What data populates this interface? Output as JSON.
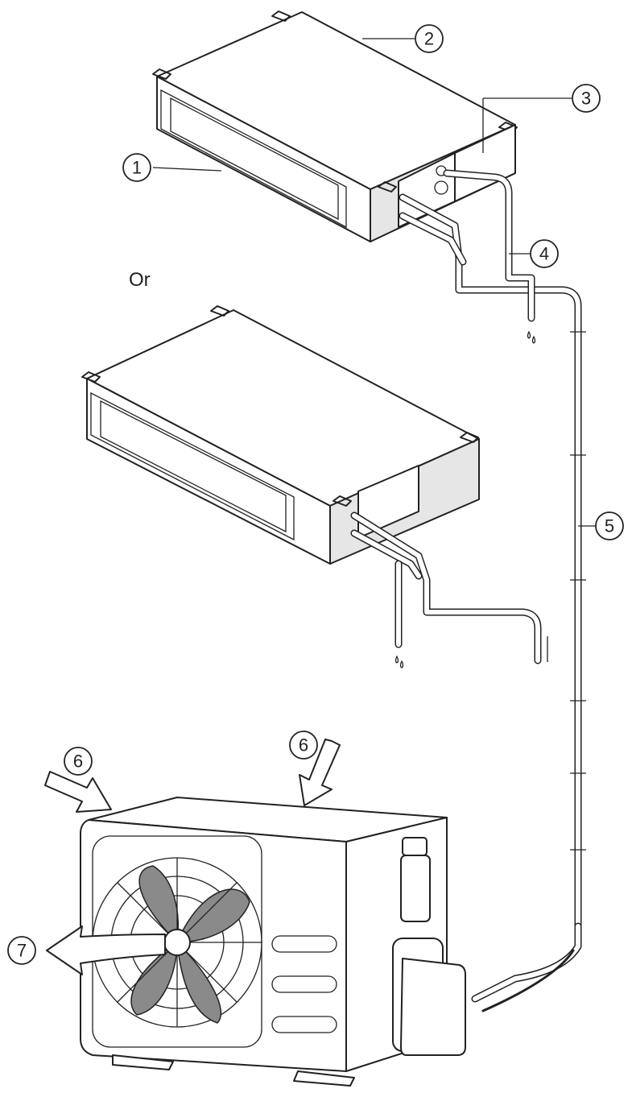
{
  "or_label": "Or",
  "callouts": [
    {
      "id": "1",
      "label": "1"
    },
    {
      "id": "2",
      "label": "2"
    },
    {
      "id": "3",
      "label": "3"
    },
    {
      "id": "4",
      "label": "4"
    },
    {
      "id": "5",
      "label": "5"
    },
    {
      "id": "6a",
      "label": "6"
    },
    {
      "id": "6b",
      "label": "6"
    },
    {
      "id": "7",
      "label": "7"
    }
  ]
}
